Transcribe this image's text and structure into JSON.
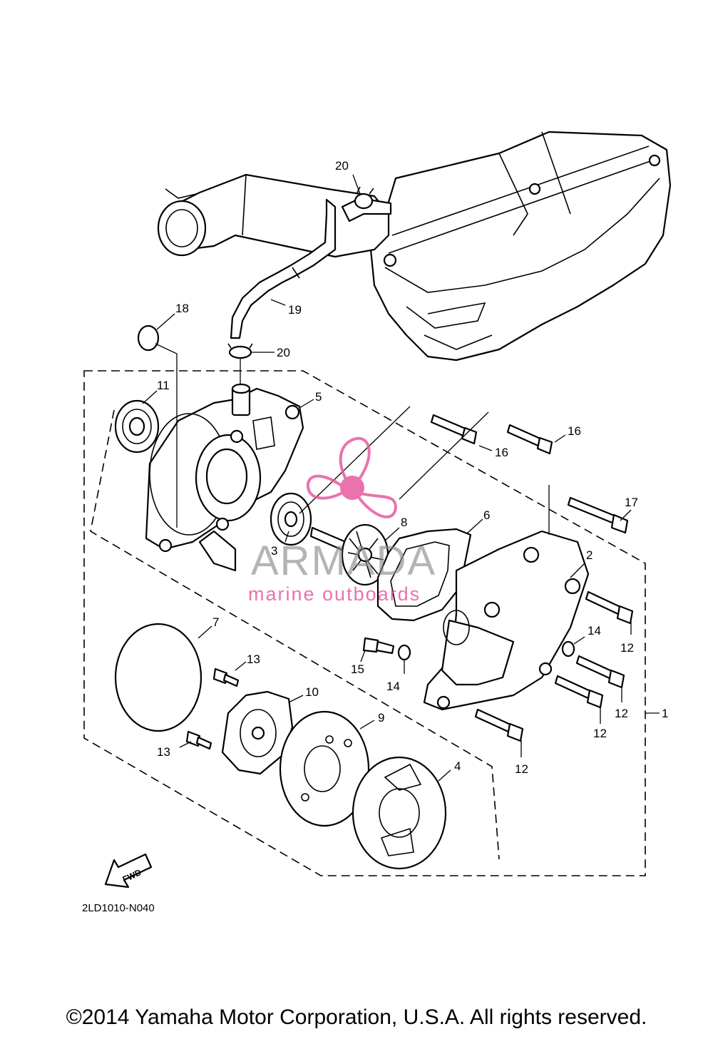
{
  "diagram": {
    "drawing_code": "2LD1010-N040",
    "fwd_label": "FWD",
    "copyright": "©2014 Yamaha Motor Corporation, U.S.A. All rights reserved.",
    "watermark": {
      "brand": "ARMADA",
      "tagline": "marine outboards",
      "color": "#e75aa0"
    },
    "callouts": {
      "c1": "1",
      "c2": "2",
      "c3": "3",
      "c4": "4",
      "c5": "5",
      "c6": "6",
      "c7": "7",
      "c8": "8",
      "c9": "9",
      "c10": "10",
      "c11": "11",
      "c12a": "12",
      "c12b": "12",
      "c12c": "12",
      "c12d": "12",
      "c13a": "13",
      "c13b": "13",
      "c14a": "14",
      "c14b": "14",
      "c15": "15",
      "c16a": "16",
      "c16b": "16",
      "c17": "17",
      "c18": "18",
      "c19": "19",
      "c20a": "20",
      "c20b": "20"
    }
  }
}
